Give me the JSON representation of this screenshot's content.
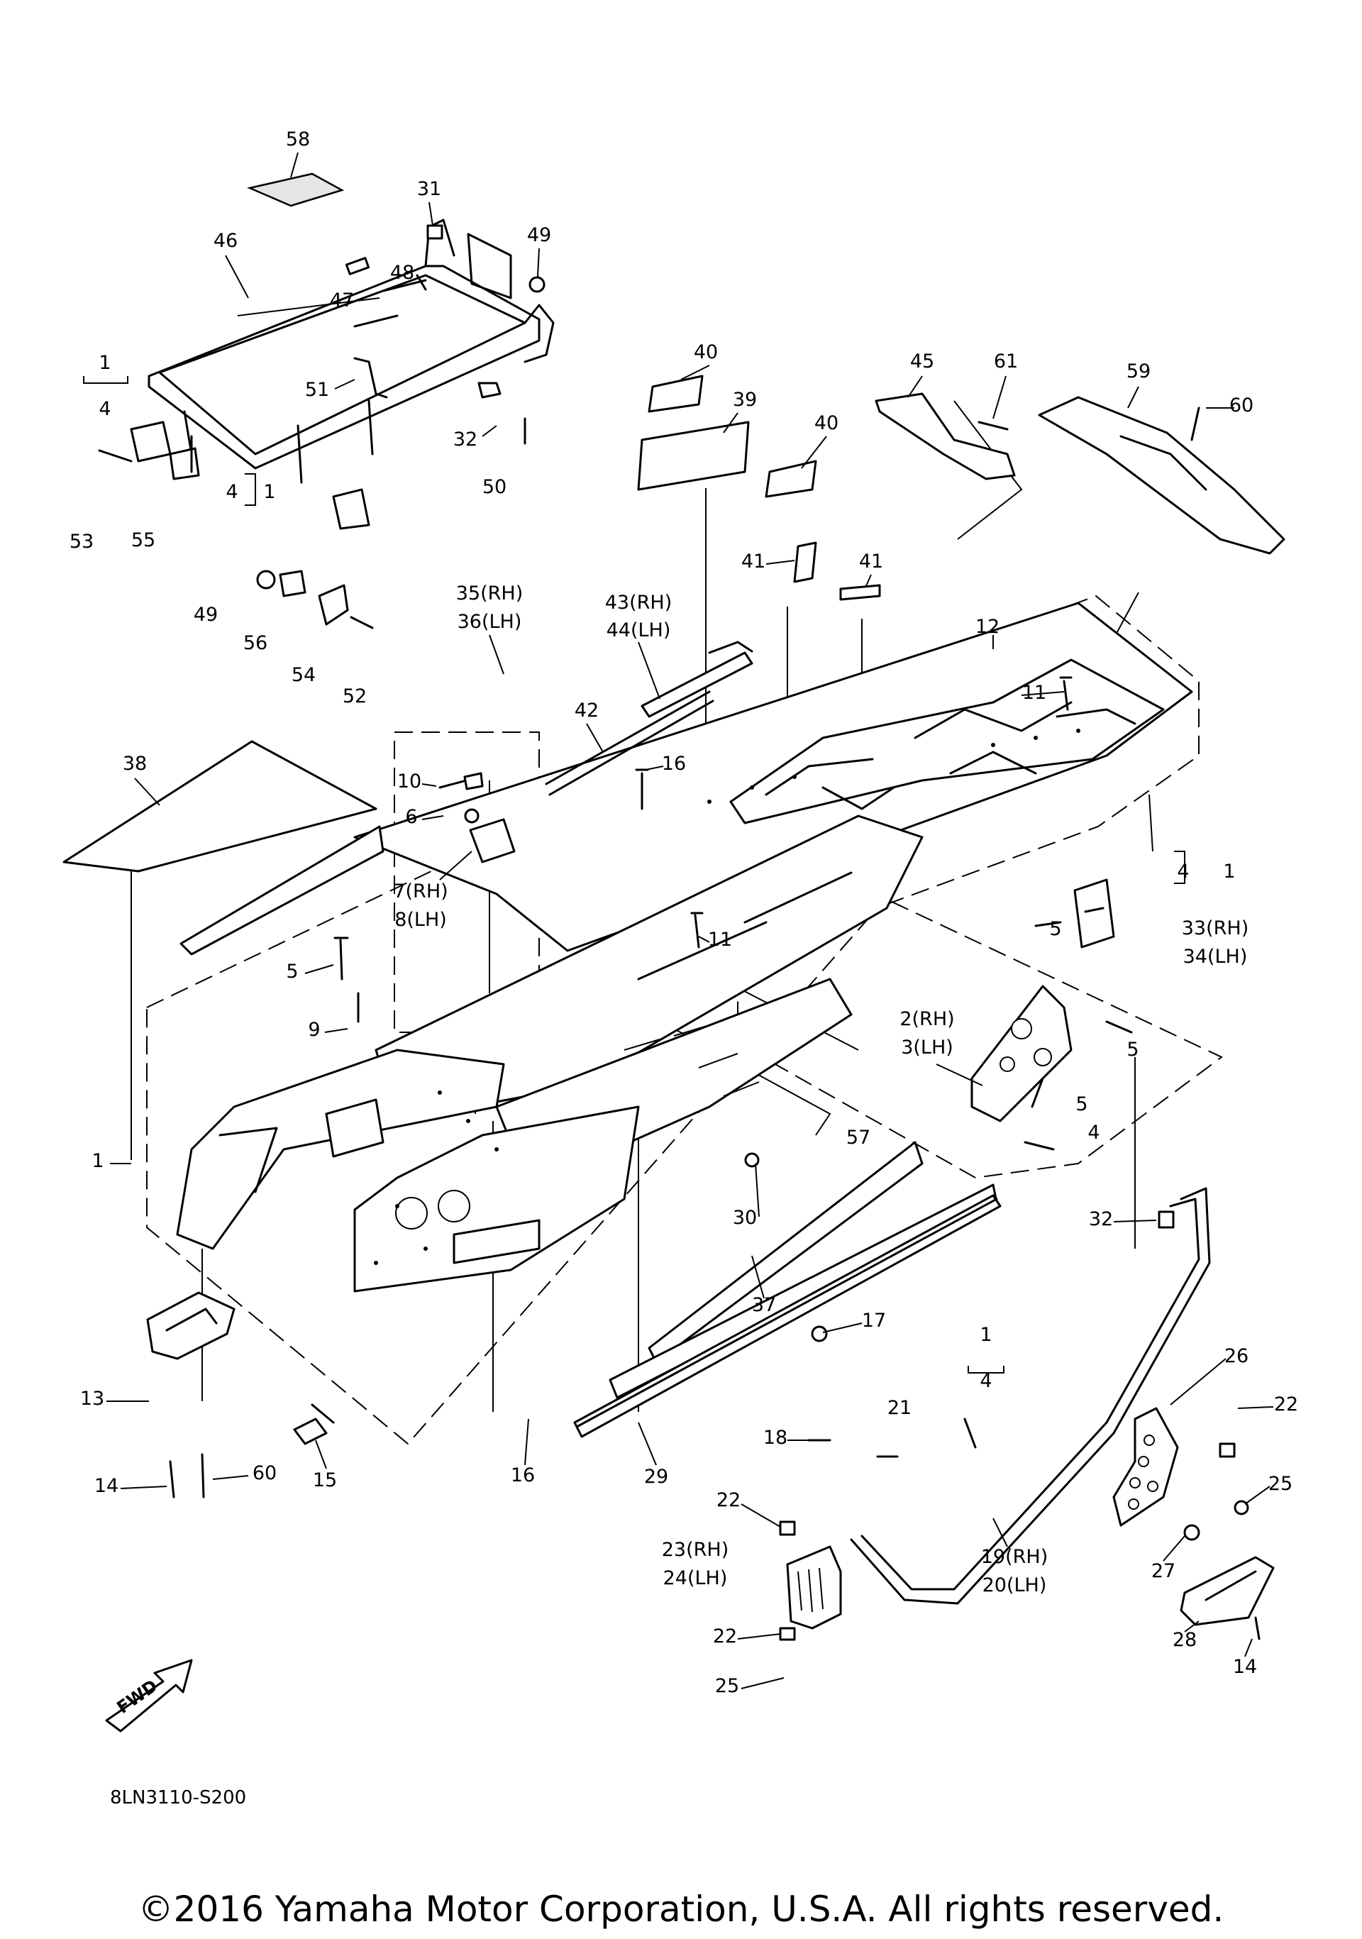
{
  "diagram_code": "8LN3110-S200",
  "copyright": "©2016 Yamaha Motor Corporation, U.S.A. All rights reserved.",
  "fwd_label": "FWD",
  "labels": {
    "p58": "58",
    "p31": "31",
    "p49a": "49",
    "p46": "46",
    "p48": "48",
    "p47": "47",
    "p51": "51",
    "p32a": "32",
    "p50": "50",
    "p4a": "4",
    "p1a": "1",
    "p4b": "4",
    "p1b": "1",
    "p53": "53",
    "p55": "55",
    "p49b": "49",
    "p56": "56",
    "p54": "54",
    "p52": "52",
    "p40a": "40",
    "p39": "39",
    "p40b": "40",
    "p45": "45",
    "p61": "61",
    "p59": "59",
    "p60a": "60",
    "p41a": "41",
    "p41b": "41",
    "p35": "35(RH)",
    "p36": "36(LH)",
    "p43": "43(RH)",
    "p44": "44(LH)",
    "p12": "12",
    "p11a": "11",
    "p38": "38",
    "p42": "42",
    "p10": "10",
    "p16a": "16",
    "p6": "6",
    "p7": "7(RH)",
    "p8": "8(LH)",
    "p4c": "4",
    "p1c": "1",
    "p5a": "5",
    "p33": "33(RH)",
    "p34": "34(LH)",
    "p11b": "11",
    "p5b": "5",
    "p9": "9",
    "p2": "2(RH)",
    "p3": "3(LH)",
    "p5c": "5",
    "p5d": "5",
    "p4d": "4",
    "p57": "57",
    "p1d": "1",
    "p30": "30",
    "p32b": "32",
    "p37": "37",
    "p17": "17",
    "p1e": "1",
    "p4e": "4",
    "p26": "26",
    "p21": "21",
    "p22a": "22",
    "p13": "13",
    "p18": "18",
    "p25a": "25",
    "p60b": "60",
    "p14a": "14",
    "p15": "15",
    "p16b": "16",
    "p29": "29",
    "p22b": "22",
    "p23": "23(RH)",
    "p24": "24(LH)",
    "p19": "19(RH)",
    "p20": "20(LH)",
    "p27": "27",
    "p28": "28",
    "p14b": "14",
    "p22c": "22",
    "p25b": "25"
  }
}
